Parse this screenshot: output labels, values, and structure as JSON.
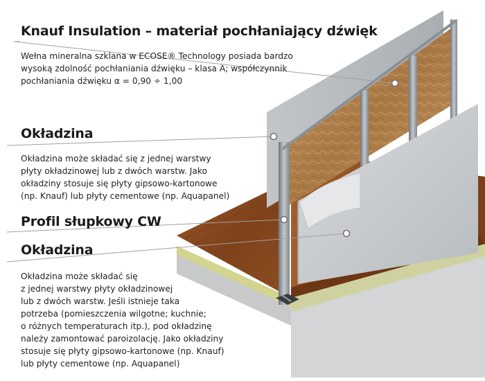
{
  "callouts": [
    {
      "heading": "Knauf Insulation – materiał pochłaniający dźwięk",
      "lines": [
        "Wełna mineralna szklana w ECOSE® Technology posiada bardzo",
        "wysoką zdolność pochłaniania dźwięku – klasa A; współczynnik",
        "pochłaniania dźwięku α = 0,90 ÷ 1,00"
      ]
    },
    {
      "heading": "Okładzina",
      "lines": [
        "Okładzina może składać się z jednej warstwy",
        "płyty okładzinowej lub z dwóch warstw. Jako",
        "okładziny stosuje się płyty gipsowo-kartonowe",
        "(np. Knauf) lub płyty cementowe (np. Aquapanel)"
      ]
    },
    {
      "heading": "Profil słupkowy CW",
      "lines": []
    },
    {
      "heading": "Okładzina",
      "lines": [
        "Okładzina może składać się",
        "z jednej warstwy płyty okładzinowej",
        "lub z dwóch warstw. Jeśli istnieje taka",
        "potrzeba (pomieszczenia wilgotne; kuchnie;",
        "o różnych temperaturach itp.), pod okładzinę",
        "należy zamontować paroizolację. Jako okładziny",
        "stosuje się płyty gipsowo-kartonowe (np. Knauf)",
        "lub płyty cementowe (np. Aquapanel)"
      ]
    }
  ],
  "colors": {
    "wood": "#8a4a22",
    "insulation": "#b98a55",
    "board": "#c9cdd0",
    "profile": "#9ea3a8",
    "screed": "#cfd2b0",
    "leader": "#9a9a9a"
  }
}
